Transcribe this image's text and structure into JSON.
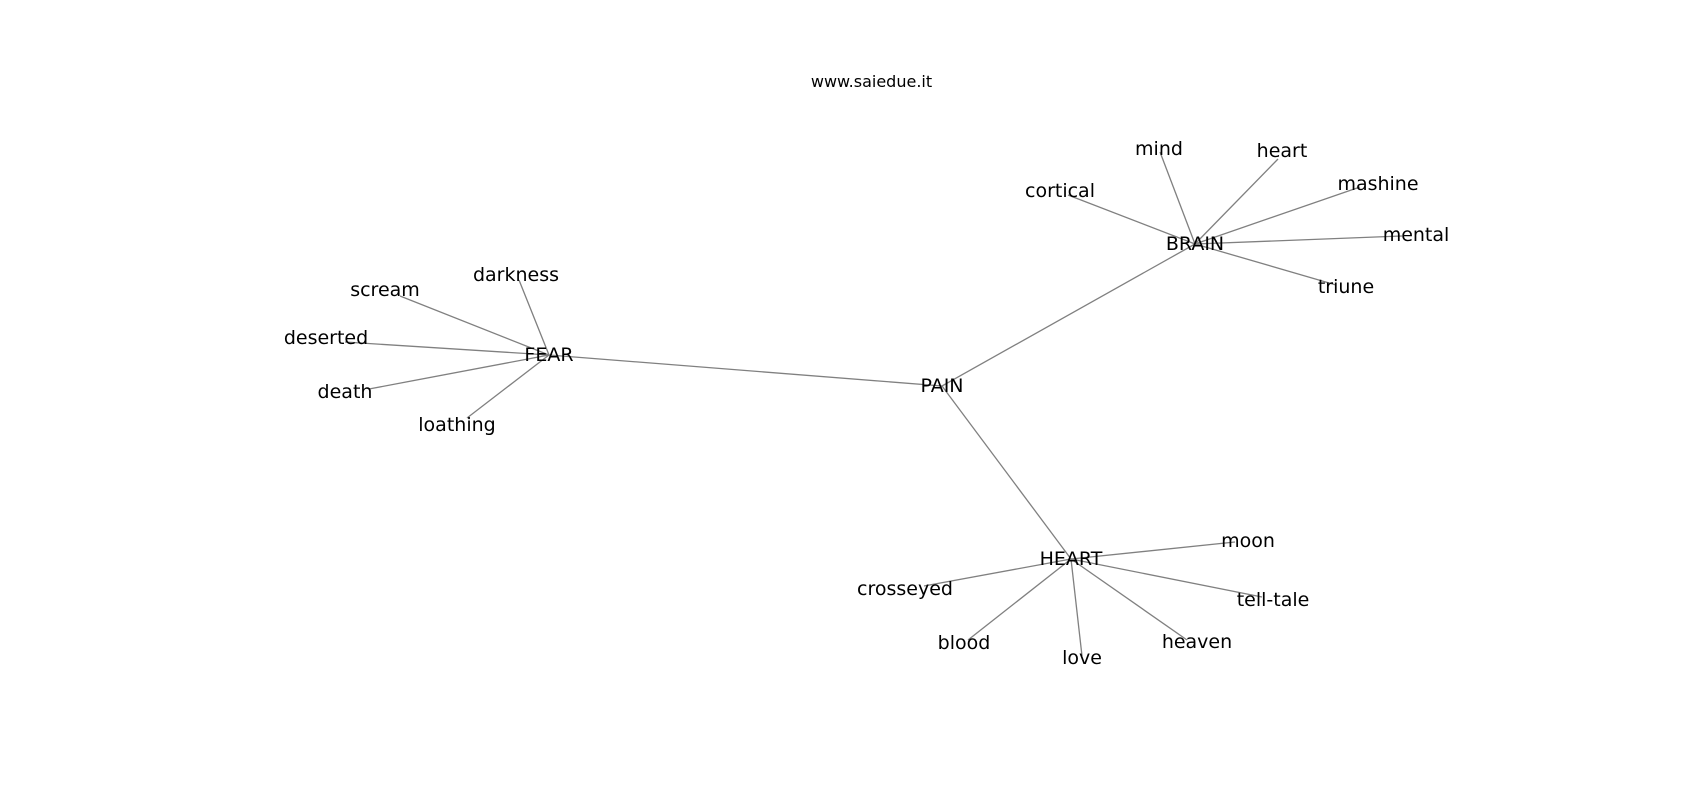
{
  "title": "www.saiedue.it",
  "graph": {
    "nodes": [
      {
        "id": "PAIN",
        "label": "PAIN"
      },
      {
        "id": "FEAR",
        "label": "FEAR"
      },
      {
        "id": "BRAIN",
        "label": "BRAIN"
      },
      {
        "id": "HEART",
        "label": "HEART"
      },
      {
        "id": "darkness",
        "label": "darkness"
      },
      {
        "id": "scream",
        "label": "scream"
      },
      {
        "id": "deserted",
        "label": "deserted"
      },
      {
        "id": "death",
        "label": "death"
      },
      {
        "id": "loathing",
        "label": "loathing"
      },
      {
        "id": "mind",
        "label": "mind"
      },
      {
        "id": "heart",
        "label": "heart"
      },
      {
        "id": "cortical",
        "label": "cortical"
      },
      {
        "id": "mashine",
        "label": "mashine"
      },
      {
        "id": "mental",
        "label": "mental"
      },
      {
        "id": "triune",
        "label": "triune"
      },
      {
        "id": "moon",
        "label": "moon"
      },
      {
        "id": "crosseyed",
        "label": "crosseyed"
      },
      {
        "id": "tell-tale",
        "label": "tell-tale"
      },
      {
        "id": "blood",
        "label": "blood"
      },
      {
        "id": "love",
        "label": "love"
      },
      {
        "id": "heaven",
        "label": "heaven"
      }
    ],
    "edges": [
      [
        "PAIN",
        "FEAR"
      ],
      [
        "PAIN",
        "BRAIN"
      ],
      [
        "PAIN",
        "HEART"
      ],
      [
        "FEAR",
        "darkness"
      ],
      [
        "FEAR",
        "scream"
      ],
      [
        "FEAR",
        "deserted"
      ],
      [
        "FEAR",
        "death"
      ],
      [
        "FEAR",
        "loathing"
      ],
      [
        "BRAIN",
        "mind"
      ],
      [
        "BRAIN",
        "heart"
      ],
      [
        "BRAIN",
        "cortical"
      ],
      [
        "BRAIN",
        "mashine"
      ],
      [
        "BRAIN",
        "mental"
      ],
      [
        "BRAIN",
        "triune"
      ],
      [
        "HEART",
        "moon"
      ],
      [
        "HEART",
        "crosseyed"
      ],
      [
        "HEART",
        "tell-tale"
      ],
      [
        "HEART",
        "blood"
      ],
      [
        "HEART",
        "love"
      ],
      [
        "HEART",
        "heaven"
      ]
    ]
  }
}
